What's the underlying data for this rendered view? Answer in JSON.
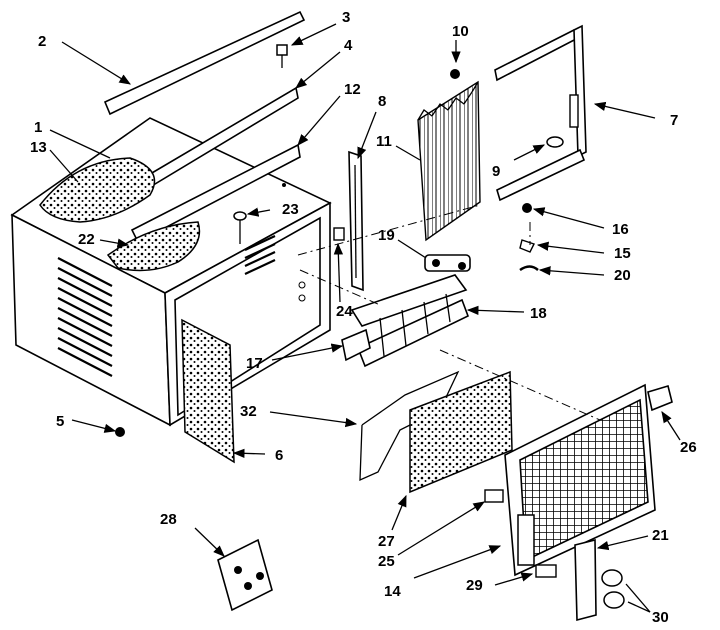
{
  "header_text": "",
  "callouts": {
    "c1": "1",
    "c2": "2",
    "c3": "3",
    "c4": "4",
    "c5": "5",
    "c6": "6",
    "c7": "7",
    "c8": "8",
    "c9": "9",
    "c10": "10",
    "c11": "11",
    "c12": "12",
    "c13": "13",
    "c14": "14",
    "c15": "15",
    "c16": "16",
    "c17": "17",
    "c18": "18",
    "c19": "19",
    "c20": "20",
    "c21": "21",
    "c22": "22",
    "c23": "23",
    "c24": "24",
    "c25": "25",
    "c26": "26",
    "c27": "27",
    "c28": "28",
    "c29": "29",
    "c30": "30",
    "c32": "32"
  }
}
